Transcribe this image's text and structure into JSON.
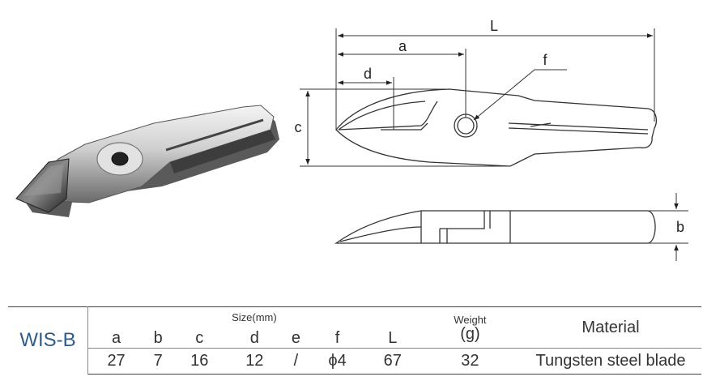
{
  "dimensions": {
    "L": "L",
    "a": "a",
    "d": "d",
    "f": "f",
    "c": "c",
    "b": "b"
  },
  "table": {
    "model": "WIS-B",
    "size_label": "Size(mm)",
    "weight_label": "Weight",
    "weight_unit": "(g)",
    "material_label": "Material",
    "columns": [
      "a",
      "b",
      "c",
      "d",
      "e",
      "f",
      "L"
    ],
    "values": [
      "27",
      "7",
      "16",
      "12",
      "/",
      "ϕ4",
      "67"
    ],
    "weight_value": "32",
    "material_value": "Tungsten steel blade"
  }
}
